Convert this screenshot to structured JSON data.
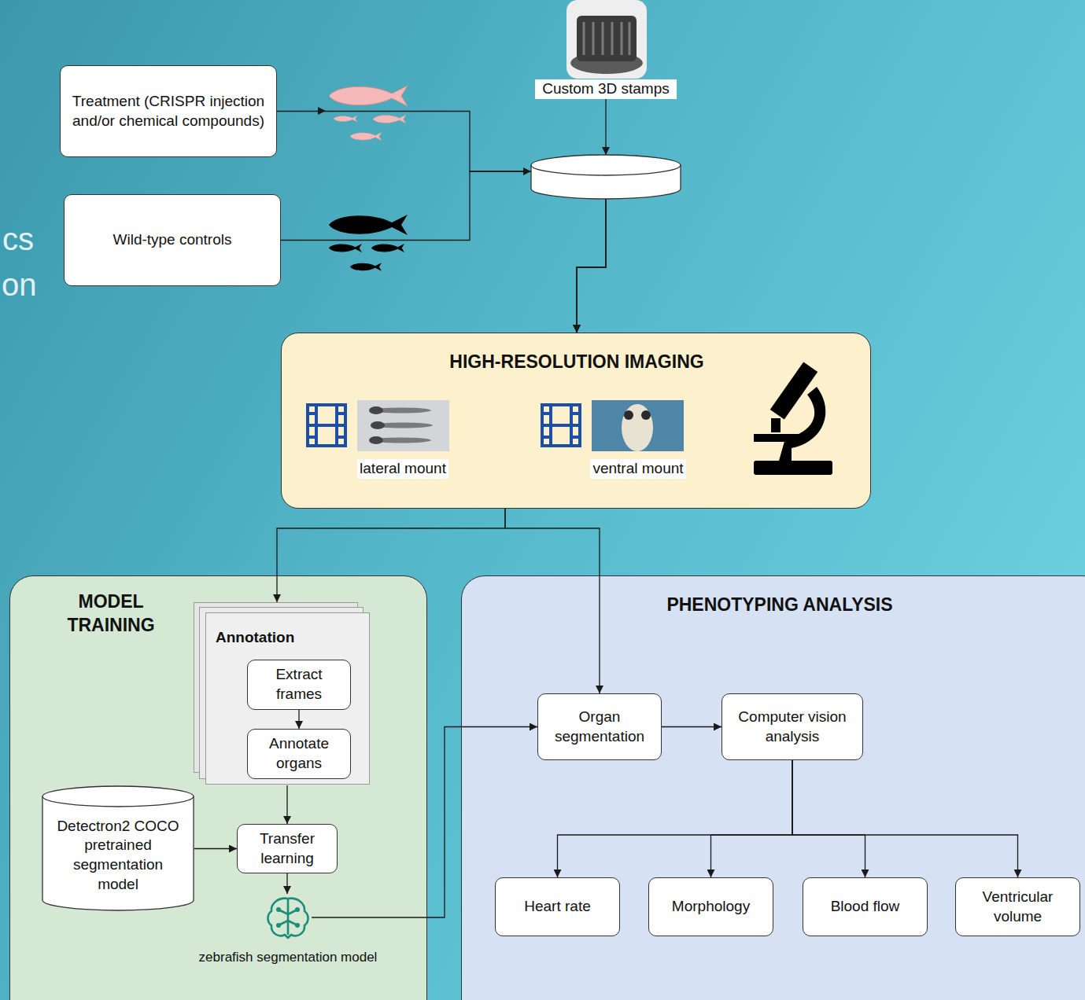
{
  "diagram": {
    "nodes": [
      {
        "text": [
          "Treatment (CRISPR injection and/or chemical compounds)"
        ]
      },
      {
        "text": [
          "Custom 3D stamps"
        ]
      },
      {
        "text": [
          "Wild-type controls"
        ]
      },
      {
        "text": [
          "HIGH-RESOLUTION IMAGING",
          "lateral mount",
          "ventral mount"
        ]
      },
      {
        "text": [
          "MODEL TRAINING"
        ]
      },
      {
        "text": [
          "Annotation"
        ],
        "in": 4
      },
      {
        "text": [
          "Extract frames"
        ],
        "in": 5
      },
      {
        "text": [
          "Annotate organs"
        ],
        "in": 5
      },
      {
        "text": [
          "Detectron2 COCO pretrained segmentation model"
        ],
        "in": 4
      },
      {
        "text": [
          "Transfer learning"
        ],
        "in": 4
      },
      {
        "text": [
          "zebrafish segmentation model"
        ],
        "in": 4
      },
      {
        "text": [
          "PHENOTYPING ANALYSIS"
        ]
      },
      {
        "text": [
          "Organ segmentation"
        ],
        "in": 11
      },
      {
        "text": [
          "Computer vision analysis"
        ],
        "in": 11
      },
      {
        "text": [
          "Heart rate"
        ],
        "in": 11
      },
      {
        "text": [
          "Morphology"
        ],
        "in": 11
      },
      {
        "text": [
          "Blood flow"
        ],
        "in": 11
      },
      {
        "text": [
          "Ventricular volume"
        ],
        "in": 11
      }
    ],
    "edges": [
      {
        "from": 0,
        "to": 3,
        "arrow": "to"
      },
      {
        "from": 1,
        "to": 3,
        "arrow": "to"
      },
      {
        "from": 2,
        "to": 3,
        "arrow": "to"
      },
      {
        "from": 3,
        "to": 5,
        "arrow": "to"
      },
      {
        "from": 3,
        "to": 12,
        "arrow": "to"
      },
      {
        "from": 6,
        "to": 7,
        "arrow": "to"
      },
      {
        "from": 5,
        "to": 9,
        "arrow": "to"
      },
      {
        "from": 8,
        "to": 9,
        "arrow": "to"
      },
      {
        "from": 9,
        "to": 10,
        "arrow": "to"
      },
      {
        "from": 10,
        "to": 12,
        "arrow": "to"
      },
      {
        "from": 12,
        "to": 13,
        "arrow": "to"
      },
      {
        "from": 13,
        "to": 14,
        "arrow": "to"
      },
      {
        "from": 13,
        "to": 15,
        "arrow": "to"
      },
      {
        "from": 13,
        "to": 16,
        "arrow": "to"
      },
      {
        "from": 13,
        "to": 17,
        "arrow": "to"
      }
    ],
    "labels": [
      "cs",
      "on"
    ]
  }
}
